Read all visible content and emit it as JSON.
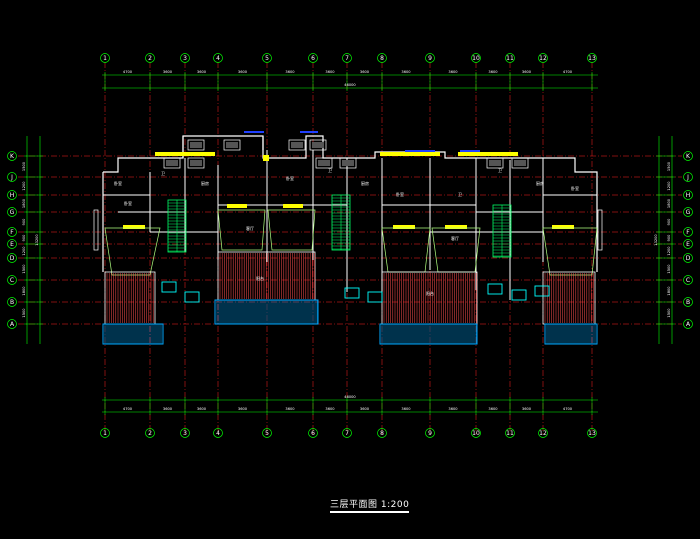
{
  "drawing": {
    "title": "三层平面图  1:200"
  },
  "grid": {
    "columns": [
      {
        "label": "1"
      },
      {
        "label": "2"
      },
      {
        "label": "3"
      },
      {
        "label": "4"
      },
      {
        "label": "5"
      },
      {
        "label": "6"
      },
      {
        "label": "7"
      },
      {
        "label": "8"
      },
      {
        "label": "9"
      },
      {
        "label": "10"
      },
      {
        "label": "11"
      },
      {
        "label": "12"
      },
      {
        "label": "13"
      }
    ],
    "rows": [
      {
        "label": "K"
      },
      {
        "label": "J"
      },
      {
        "label": "H"
      },
      {
        "label": "G"
      },
      {
        "label": "F"
      },
      {
        "label": "E"
      },
      {
        "label": "D"
      },
      {
        "label": "C"
      },
      {
        "label": "B"
      },
      {
        "label": "A"
      }
    ]
  },
  "dimensions": {
    "top_segments": [
      "4700",
      "3600",
      "3600",
      "3600",
      "3600",
      "3600",
      "3600",
      "3600",
      "3600",
      "3600",
      "3600",
      "4700"
    ],
    "top_total": "46000",
    "bottom_segments": [
      "4700",
      "3600",
      "3600",
      "3600",
      "3600",
      "3600",
      "3600",
      "3600",
      "3600",
      "3600",
      "3600",
      "4700"
    ],
    "bottom_total": "46000",
    "side_segments": [
      "1500",
      "1200",
      "1800",
      "900",
      "900",
      "1200",
      "1500",
      "1800",
      "1500"
    ],
    "side_total": "13200"
  },
  "rooms": {
    "labels": [
      "卧室",
      "卫",
      "厨房",
      "客厅",
      "阳台",
      "卧室",
      "卫",
      "厨房",
      "卧室",
      "卫",
      "卧室",
      "卫",
      "厨房",
      "客厅",
      "阳台",
      "卧室"
    ]
  },
  "colors": {
    "background": "#000000",
    "axis_line": "#ff2020",
    "dimension_line": "#00ff00",
    "wall": "#ffffff",
    "wall_fill": "#ffff00",
    "stair": "#00ff66",
    "balcony_hatch": "#ff5050",
    "planter": "#00a8ff",
    "window": "#00ffff"
  }
}
